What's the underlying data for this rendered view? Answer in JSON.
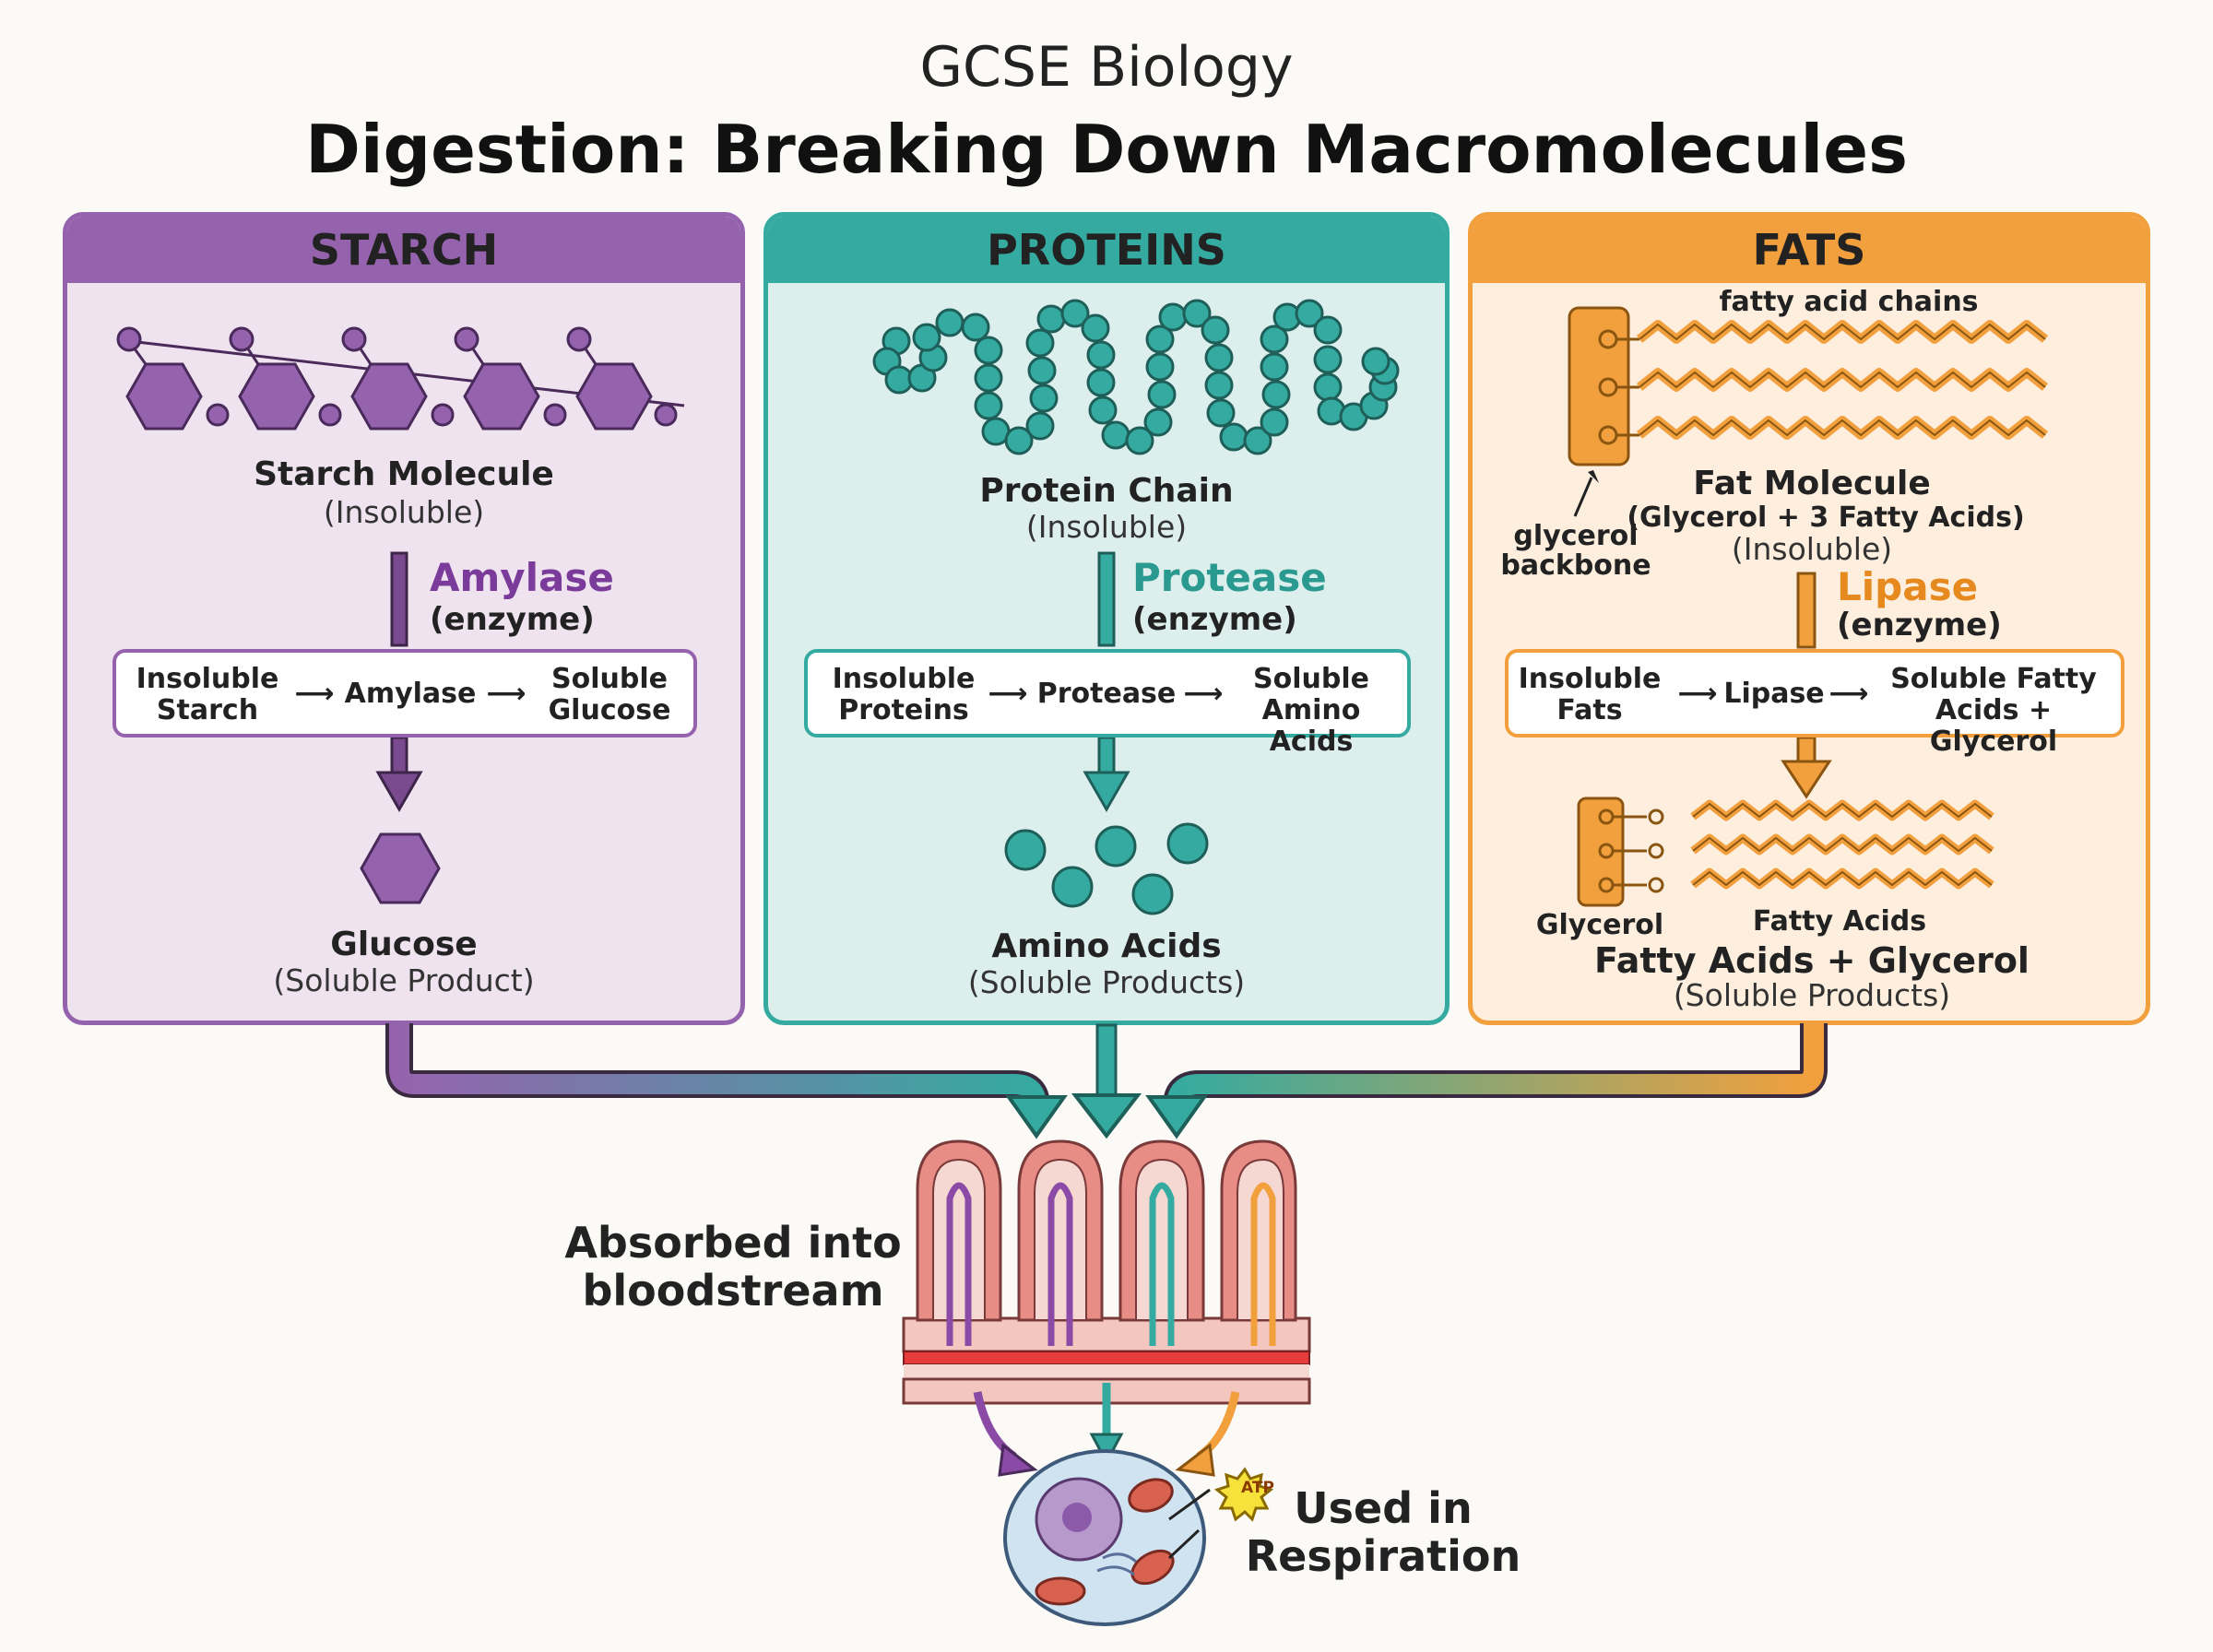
{
  "header": {
    "subtitle": "GCSE Biology",
    "title": "Digestion: Breaking Down Macromolecules"
  },
  "colors": {
    "starch": "#9563ad",
    "protein": "#35aaa0",
    "fat": "#f2a03d"
  },
  "panels": {
    "starch": {
      "heading": "STARCH",
      "molecule_name": "Starch Molecule",
      "molecule_note": "(Insoluble)",
      "enzyme": "Amylase",
      "enzyme_note": "(enzyme)",
      "equation": {
        "reactant": "Insoluble\nStarch",
        "enzyme": "Amylase",
        "product": "Soluble\nGlucose"
      },
      "product_name": "Glucose",
      "product_note": "(Soluble Product)"
    },
    "protein": {
      "heading": "PROTEINS",
      "molecule_name": "Protein Chain",
      "molecule_note": "(Insoluble)",
      "enzyme": "Protease",
      "enzyme_note": "(enzyme)",
      "equation": {
        "reactant": "Insoluble\nProteins",
        "enzyme": "Protease",
        "product": "Soluble\nAmino Acids"
      },
      "product_name": "Amino Acids",
      "product_note": "(Soluble Products)"
    },
    "fat": {
      "heading": "FATS",
      "chains_label": "fatty acid chains",
      "backbone_label": "glycerol\nbackbone",
      "molecule_name": "Fat Molecule",
      "molecule_detail": "(Glycerol + 3 Fatty Acids)",
      "molecule_note": "(Insoluble)",
      "enzyme": "Lipase",
      "enzyme_note": "(enzyme)",
      "equation": {
        "reactant": "Insoluble\nFats",
        "enzyme": "Lipase",
        "product": "Soluble Fatty\nAcids + Glycerol"
      },
      "glycerol_label": "Glycerol",
      "fatty_label": "Fatty Acids",
      "product_name": "Fatty Acids + Glycerol",
      "product_note": "(Soluble Products)"
    }
  },
  "absorption_label": "Absorbed into\nbloodstream",
  "atp_label": "ATP",
  "respiration_label": "Used in\nRespiration"
}
